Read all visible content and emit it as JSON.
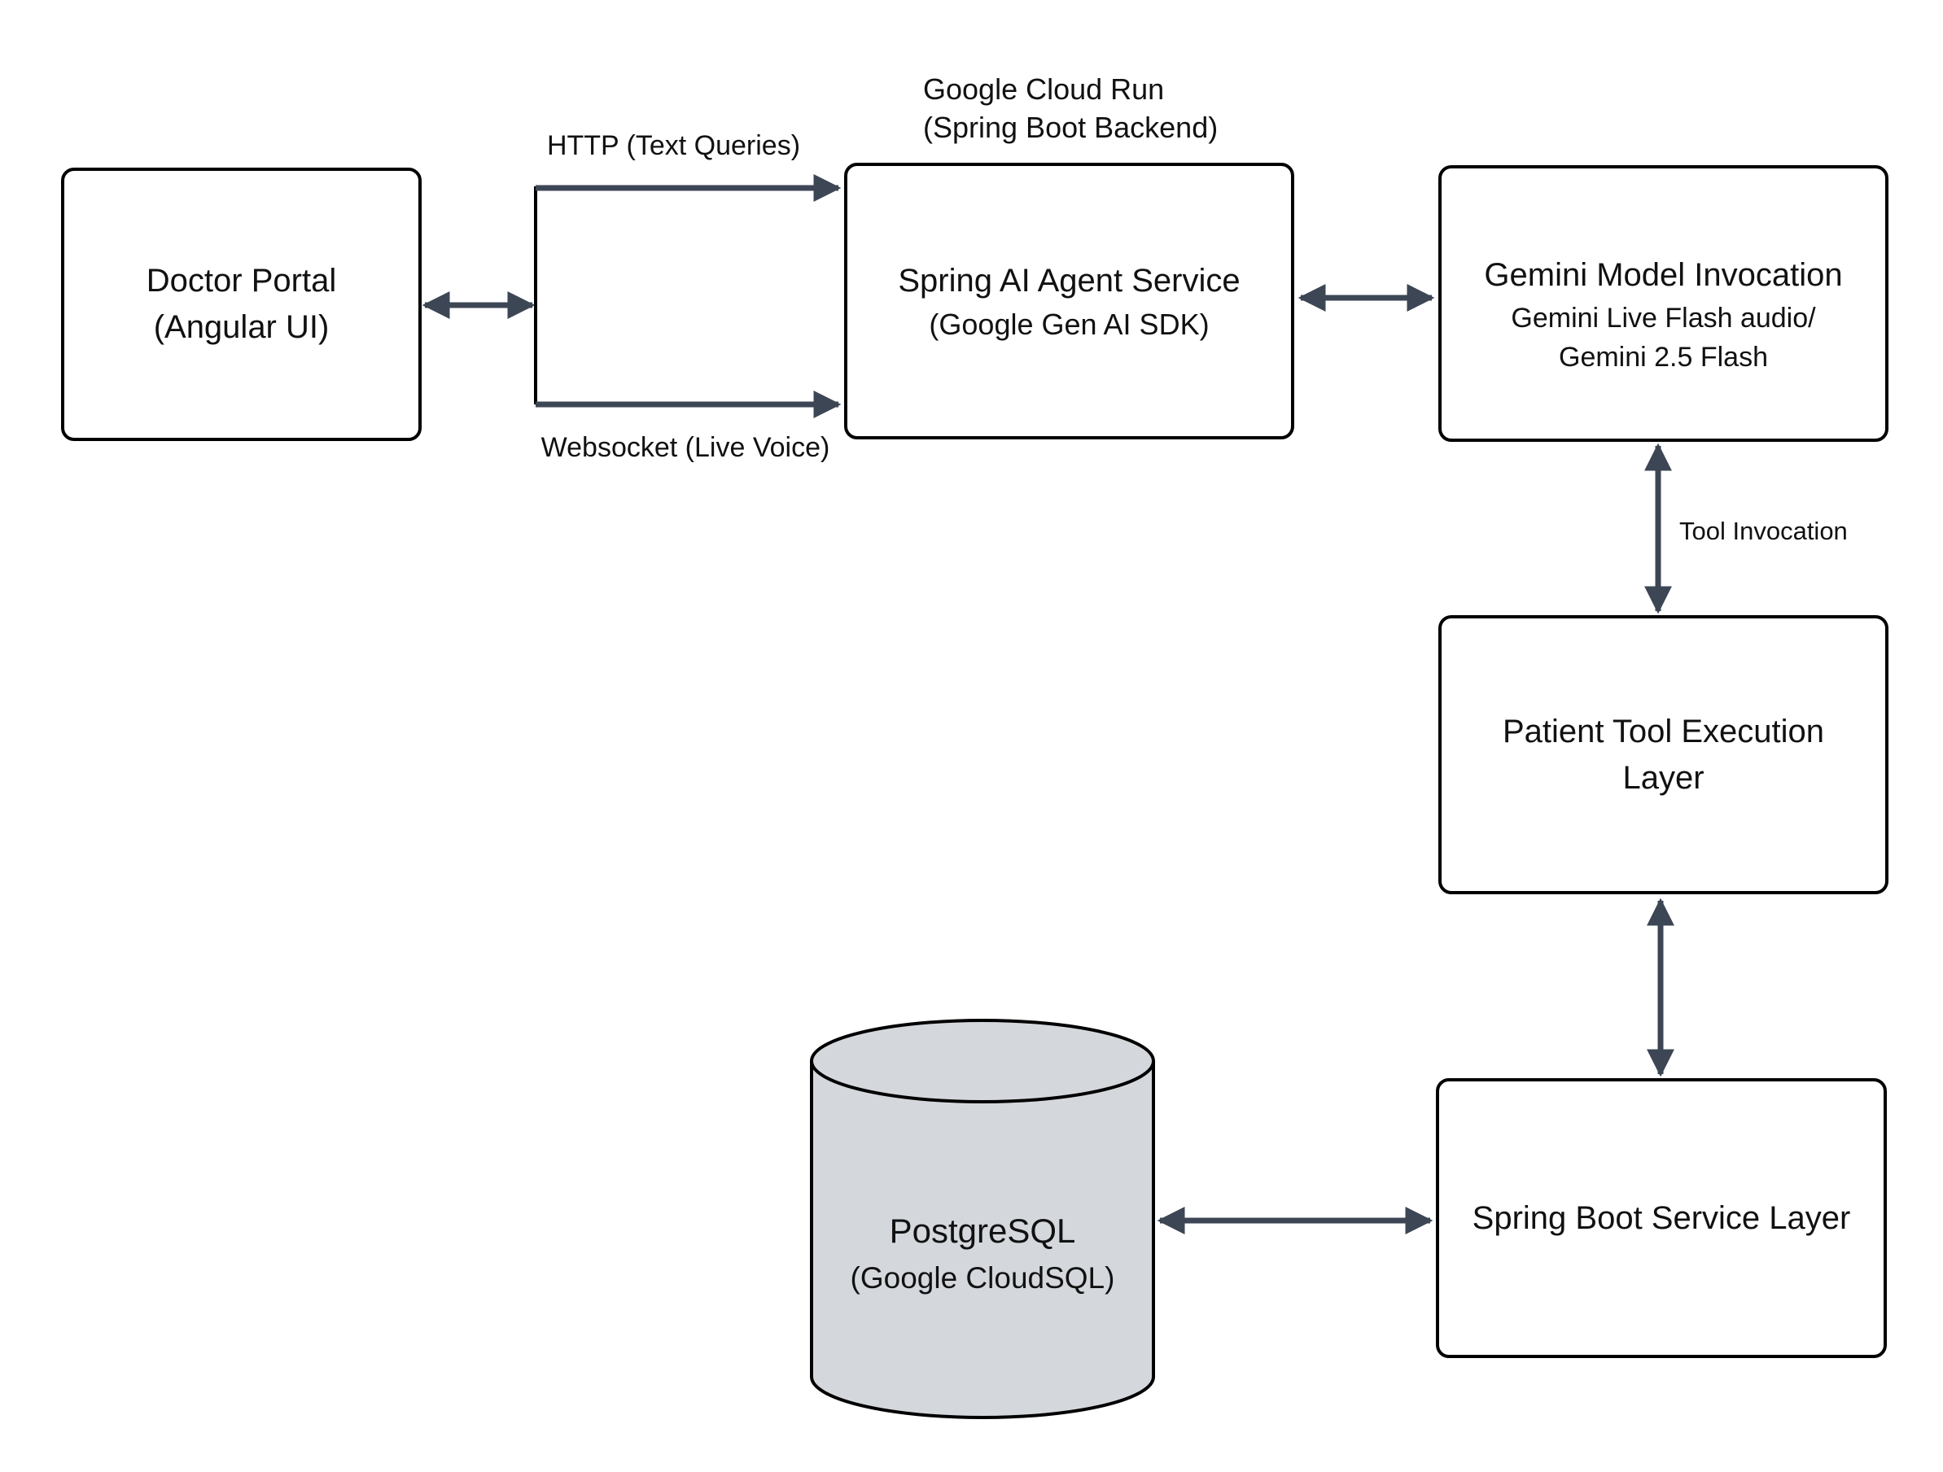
{
  "diagram": {
    "background": "#ffffff",
    "arrow_color": "#3d4654",
    "line_color": "#000000",
    "node_border_color": "#000000",
    "cylinder_fill": "#d4d8dd"
  },
  "nodes": {
    "doctor_portal": {
      "title": "Doctor Portal",
      "subtitle": "(Angular UI)"
    },
    "spring_ai": {
      "title": "Spring AI Agent Service",
      "subtitle": "(Google Gen AI SDK)"
    },
    "gemini": {
      "title": "Gemini Model Invocation",
      "line2": "Gemini Live Flash audio/",
      "line3": "Gemini 2.5 Flash"
    },
    "patient_tool": {
      "line1": "Patient Tool Execution",
      "line2": "Layer"
    },
    "spring_boot": {
      "title": "Spring Boot Service Layer"
    },
    "postgres": {
      "title": "PostgreSQL",
      "subtitle": "(Google CloudSQL)"
    }
  },
  "labels": {
    "cloud_run_line1": "Google Cloud Run",
    "cloud_run_line2": "(Spring Boot Backend)",
    "http": "HTTP (Text Queries)",
    "websocket": "Websocket (Live Voice)",
    "tool_invocation": "Tool Invocation"
  }
}
